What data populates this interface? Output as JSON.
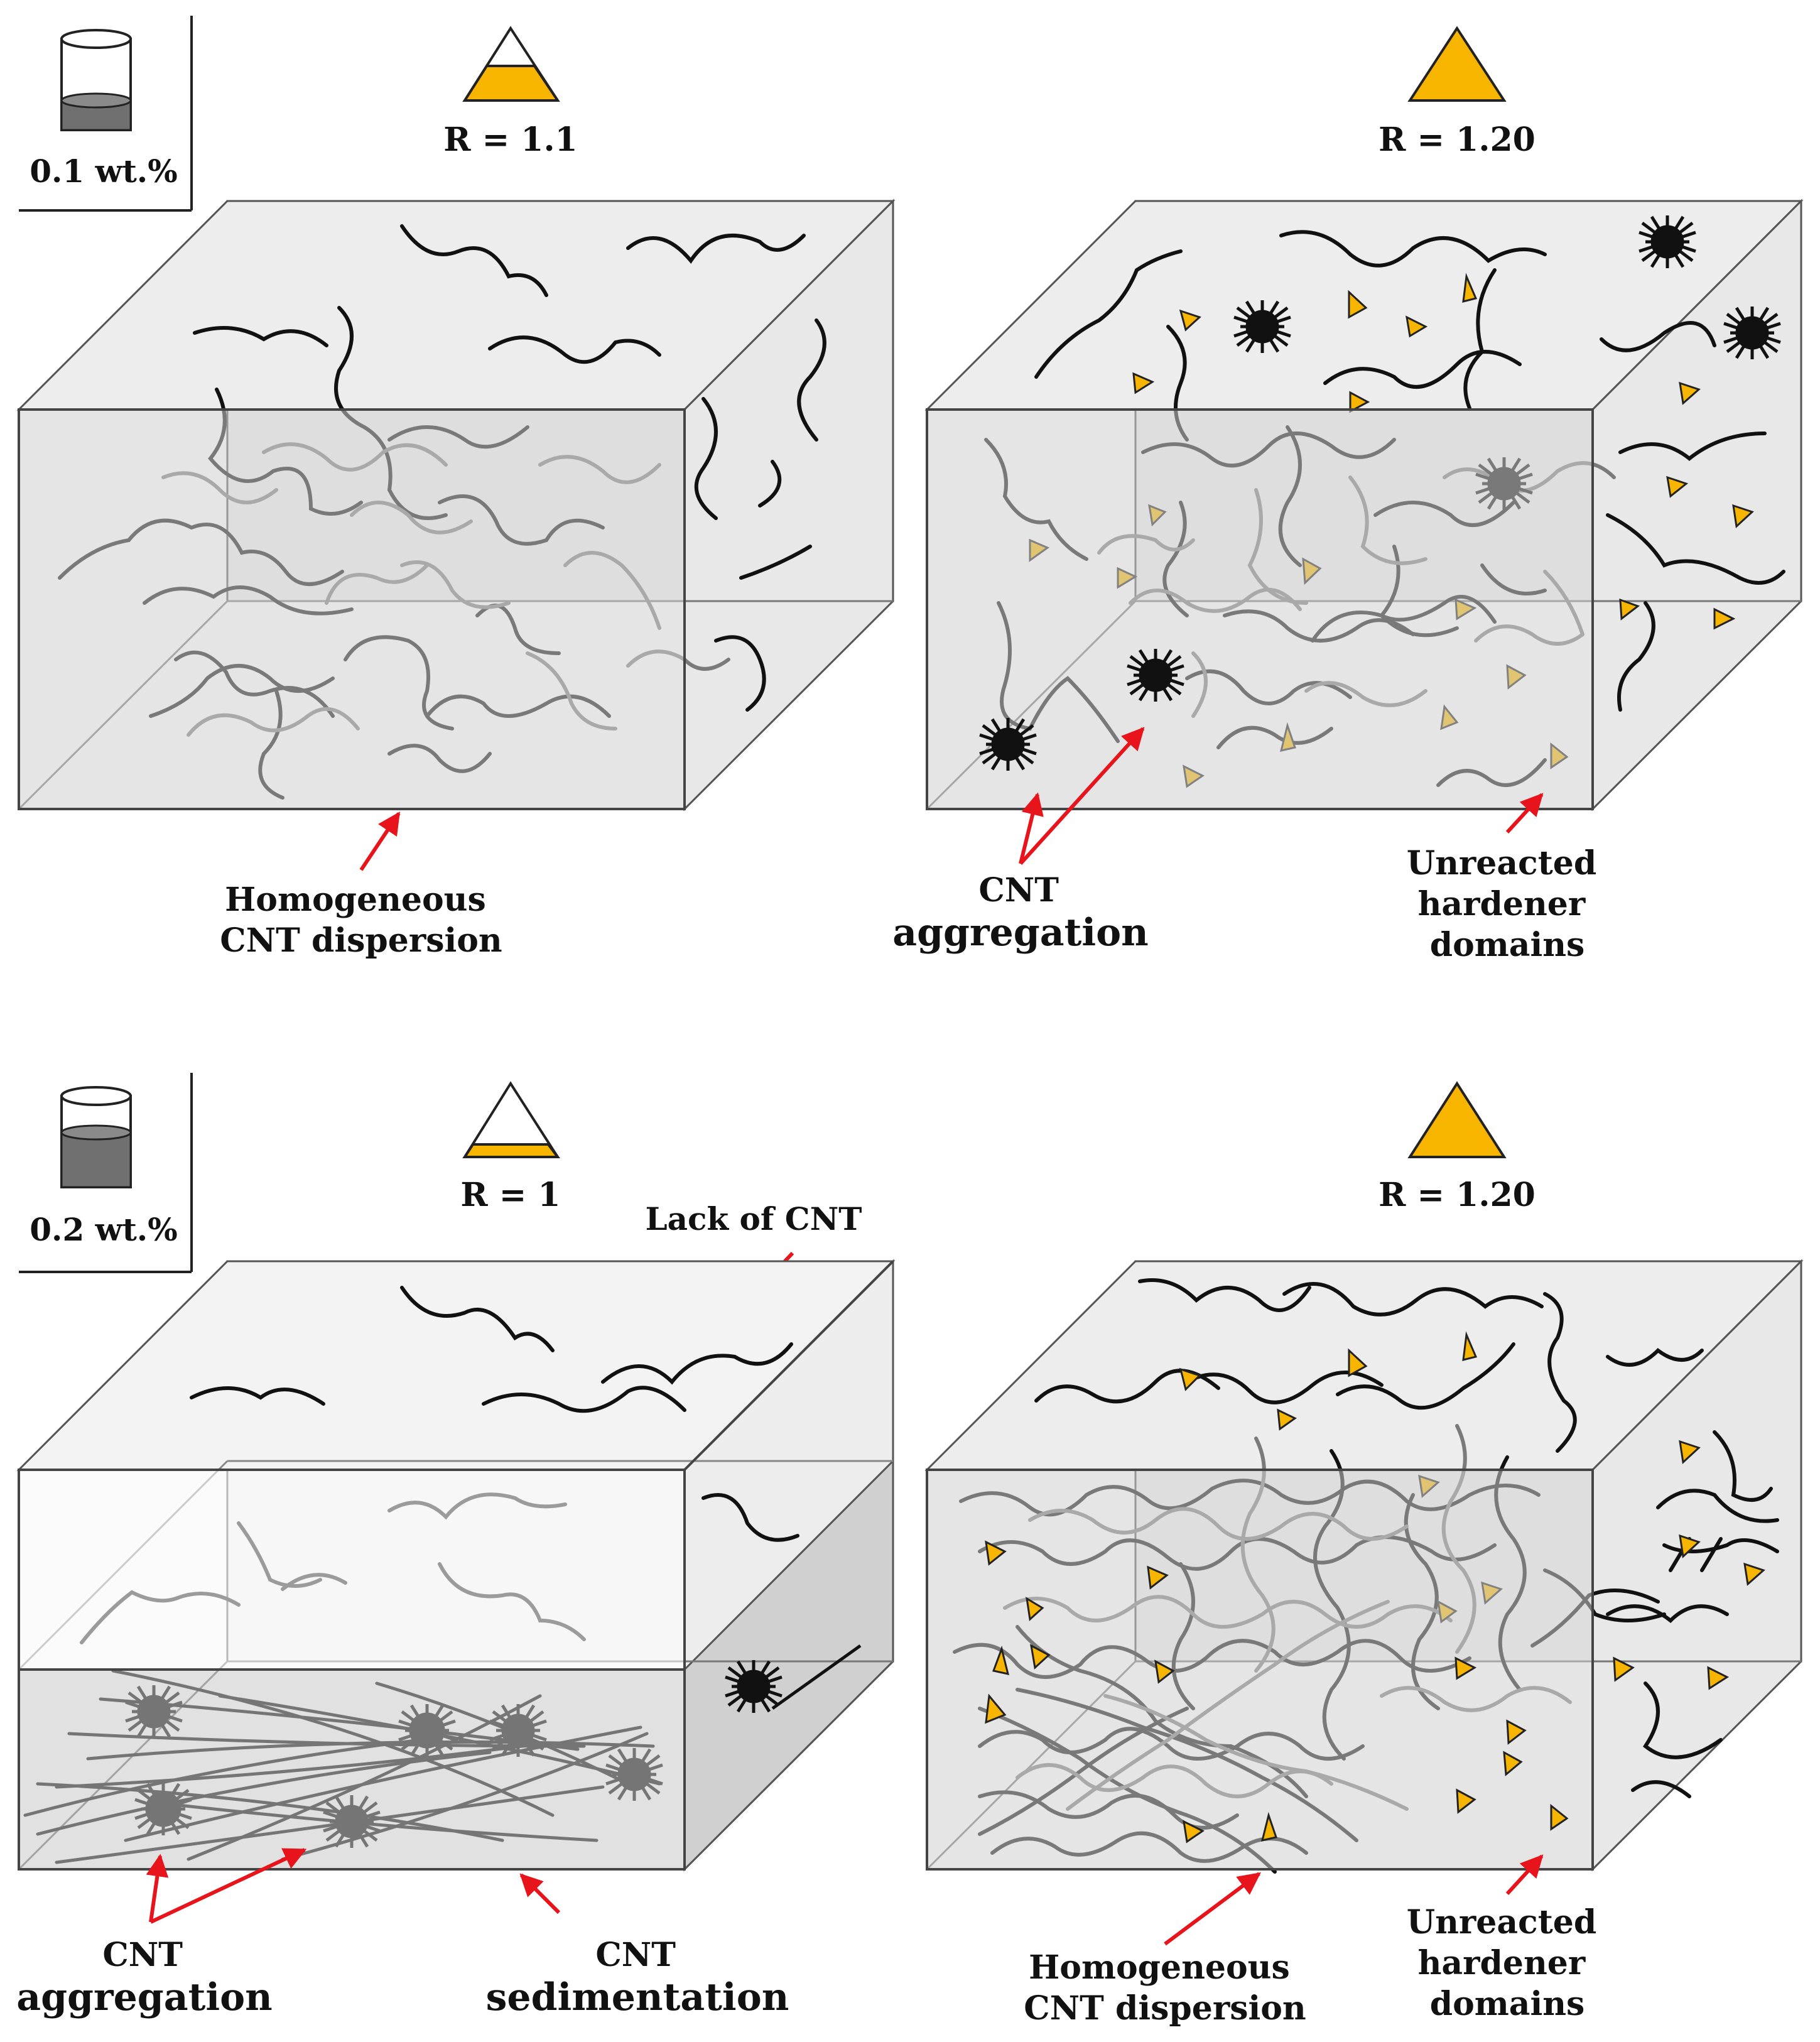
{
  "colors": {
    "hardener": "#F7B500",
    "cnt": "#111111",
    "cnt_faint": "#7a7a7a",
    "arrow": "#E8141B",
    "box_front": "#D6D6D6",
    "box_back": "#F0F0F0",
    "resin_fill": "#707070"
  },
  "rows": [
    {
      "concentration": "0.1 wt.%",
      "beaker_level": 0.35,
      "panels": [
        {
          "ratio_label": "R = 1.1",
          "triangle_fill": 0.45,
          "labels": [
            {
              "lines": [
                "Homogeneous",
                "CNT dispersion"
              ]
            }
          ]
        },
        {
          "ratio_label": "R = 1.20",
          "triangle_fill": 1.0,
          "labels": [
            {
              "lines": [
                "CNT",
                "aggregation"
              ]
            },
            {
              "lines": [
                "Unreacted",
                "hardener",
                "domains"
              ]
            }
          ]
        }
      ]
    },
    {
      "concentration": "0.2 wt.%",
      "beaker_level": 0.7,
      "panels": [
        {
          "ratio_label": "R = 1",
          "triangle_fill": 0.15,
          "labels": [
            {
              "lines": [
                "Lack of CNT"
              ]
            },
            {
              "lines": [
                "CNT",
                "aggregation"
              ]
            },
            {
              "lines": [
                "CNT",
                "sedimentation"
              ]
            }
          ]
        },
        {
          "ratio_label": "R = 1.20",
          "triangle_fill": 1.0,
          "labels": [
            {
              "lines": [
                "Homogeneous",
                "CNT dispersion"
              ]
            },
            {
              "lines": [
                "Unreacted",
                "hardener",
                "domains"
              ]
            }
          ]
        }
      ]
    }
  ]
}
